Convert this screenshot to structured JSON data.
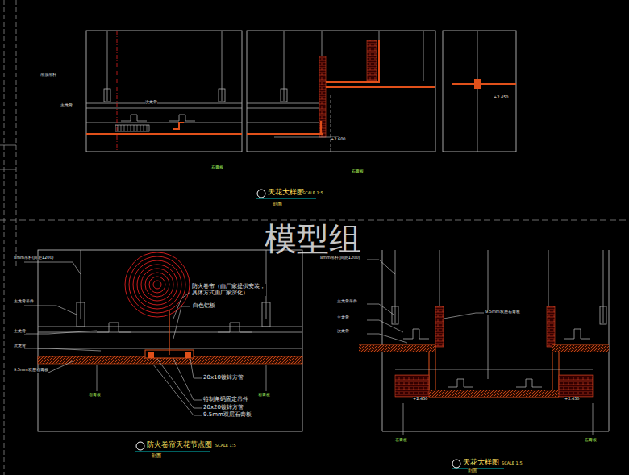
{
  "diagram": {
    "labels": [
      "模型组",
      "天花大样图",
      "SCALE 1:5",
      "剖面",
      "防火卷帘天花节点图",
      "SCALE 1:5",
      "剖面",
      "天花大样图",
      "SCALE 1:5",
      "剖面",
      "防火卷帘（由厂家提供安装，具体方式由厂家深化）",
      "白色铝板",
      "20x10镀锌方管",
      "特制角码固定吊件",
      "20x20镀锌方管",
      "9.5mm双层石膏板",
      "8mm吊杆(间距1200)",
      "主龙骨吊件",
      "主龙骨",
      "次龙骨",
      "9.5mm双层石膏板",
      "8mm吊杆(间距1200)",
      "主龙骨吊件",
      "主龙骨",
      "次龙骨",
      "9.5mm双层石膏板",
      "吊顶吊杆",
      "主龙骨",
      "次龙骨",
      "+2.450",
      "+2.600",
      "+2.450",
      "+2.450",
      "石膏板",
      "石膏板",
      "石膏板",
      "石膏板",
      "石膏板",
      "石膏板"
    ]
  }
}
